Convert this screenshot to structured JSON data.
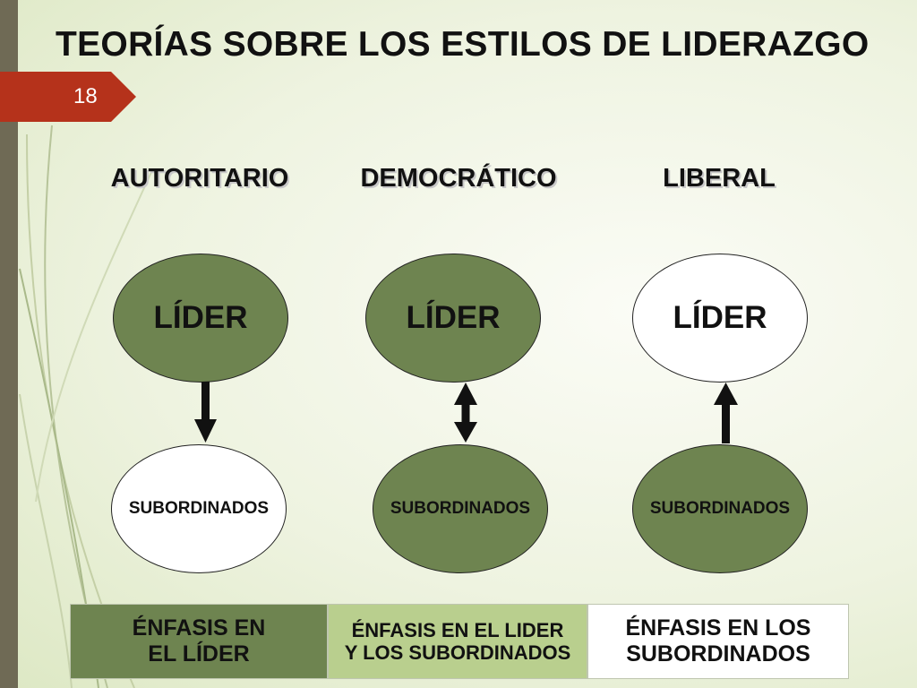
{
  "slide": {
    "title": "TEORÍAS SOBRE LOS ESTILOS DE LIDERAZGO",
    "number": "18"
  },
  "columns": [
    {
      "heading": "AUTORITARIO",
      "leader": "LÍDER",
      "subordinates": "SUBORDINADOS",
      "arrow": "down"
    },
    {
      "heading": "DEMOCRÁTICO",
      "leader": "LÍDER",
      "subordinates": "SUBORDINADOS",
      "arrow": "both"
    },
    {
      "heading": "LIBERAL",
      "leader": "LÍDER",
      "subordinates": "SUBORDINADOS",
      "arrow": "up"
    }
  ],
  "emphasis": [
    "ÉNFASIS EN\nEL LÍDER",
    "ÉNFASIS EN EL LIDER\nY LOS SUBORDINADOS",
    "ÉNFASIS EN LOS\nSUBORDINADOS"
  ],
  "colors": {
    "dark_green": "#6e8450",
    "light_green": "#b9cf8e",
    "number_tab": "#b5321b",
    "left_bar": "#6f6a55"
  }
}
